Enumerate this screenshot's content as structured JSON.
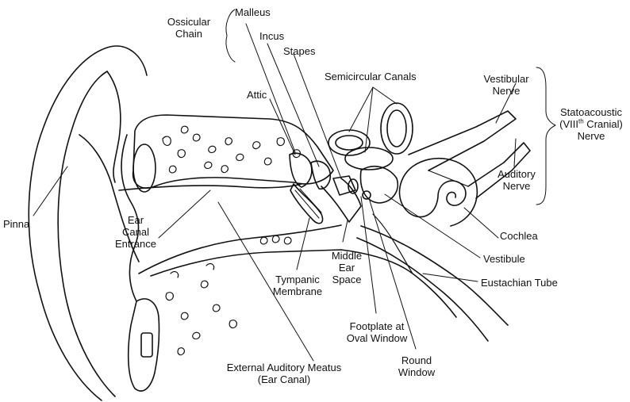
{
  "labels": {
    "ossicular_chain": [
      "Ossicular",
      "Chain"
    ],
    "malleus": "Malleus",
    "incus": "Incus",
    "stapes": "Stapes",
    "semicircular_canals": "Semicircular Canals",
    "vestibular_nerve": [
      "Vestibular",
      "Nerve"
    ],
    "statoacoustic": {
      "line1": "Statoacoustic",
      "line2_pre": "(VIII",
      "line2_sup": "th",
      "line2_post": " Cranial)",
      "line3": "Nerve"
    },
    "attic": "Attic",
    "auditory_nerve": [
      "Auditory",
      "Nerve"
    ],
    "pinna": "Pinna",
    "ear_canal_entrance": [
      "Ear",
      "Canal",
      "Entrance"
    ],
    "cochlea": "Cochlea",
    "middle_ear_space": [
      "Middle",
      "Ear",
      "Space"
    ],
    "vestibule": "Vestibule",
    "tympanic_membrane": [
      "Tympanic",
      "Membrane"
    ],
    "eustachian_tube": "Eustachian Tube",
    "footplate": [
      "Footplate at",
      "Oval Window"
    ],
    "round_window": [
      "Round",
      "Window"
    ],
    "external_auditory_meatus": [
      "External Auditory Meatus",
      "(Ear Canal)"
    ]
  },
  "colors": {
    "ink": "#111111",
    "paper": "#ffffff"
  }
}
